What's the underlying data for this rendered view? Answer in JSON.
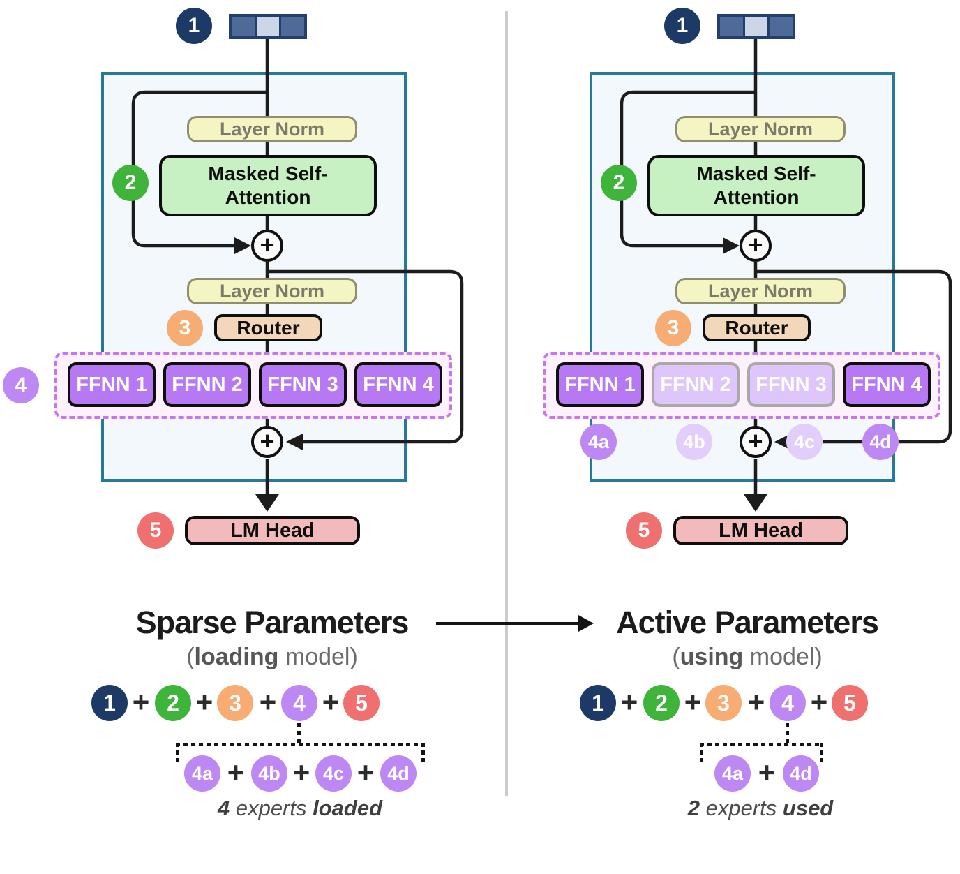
{
  "blocks": {
    "layer_norm": "Layer Norm",
    "attention": "Masked Self-Attention",
    "router": "Router",
    "ffnn": [
      "FFNN 1",
      "FFNN 2",
      "FFNN 3",
      "FFNN 4"
    ],
    "lm_head": "LM Head",
    "plus": "+"
  },
  "badges": {
    "n1": "1",
    "n2": "2",
    "n3": "3",
    "n4": "4",
    "n5": "5"
  },
  "experts": {
    "a": "4a",
    "b": "4b",
    "c": "4c",
    "d": "4d"
  },
  "sparse": {
    "title": "Sparse Parameters",
    "sub_open": "(",
    "sub_bold": "loading",
    "sub_rest": " model)",
    "eq": [
      "1",
      "2",
      "3",
      "4",
      "5"
    ],
    "plus": "+",
    "experts": [
      "4a",
      "4b",
      "4c",
      "4d"
    ],
    "cap_count": "4",
    "cap_mid": " experts ",
    "cap_verb": "loaded"
  },
  "active": {
    "title": "Active Parameters",
    "sub_open": "(",
    "sub_bold": "using",
    "sub_rest": " model)",
    "eq": [
      "1",
      "2",
      "3",
      "4",
      "5"
    ],
    "plus": "+",
    "experts": [
      "4a",
      "4d"
    ],
    "cap_count": "2",
    "cap_mid": " experts ",
    "cap_verb": "used"
  },
  "colors": {
    "frame_border": "#27799a",
    "frame_fill": "#f2f8fc",
    "token_dark": "#4e6a99",
    "token_light": "#ccd6e6",
    "badge_navy": "#1d3a67",
    "badge_green": "#3eb43a",
    "badge_orange": "#f6ac73",
    "badge_purple": "#bd88f3",
    "badge_purple_faded": "#e3cdfb",
    "badge_red": "#f06f6f",
    "layer_norm_fill": "#f5f4c3",
    "attention_fill": "#c8f1c3",
    "router_fill": "#f3d7ba",
    "ffnn_fill": "#b678f3",
    "ffnn_faded_fill": "#dfc6fa",
    "experts_box_border": "#c876f0",
    "experts_box_fill": "#fdf1fc",
    "lm_head_fill": "#f3babc",
    "wire": "#1c1c1c",
    "divider": "#cccccc"
  }
}
